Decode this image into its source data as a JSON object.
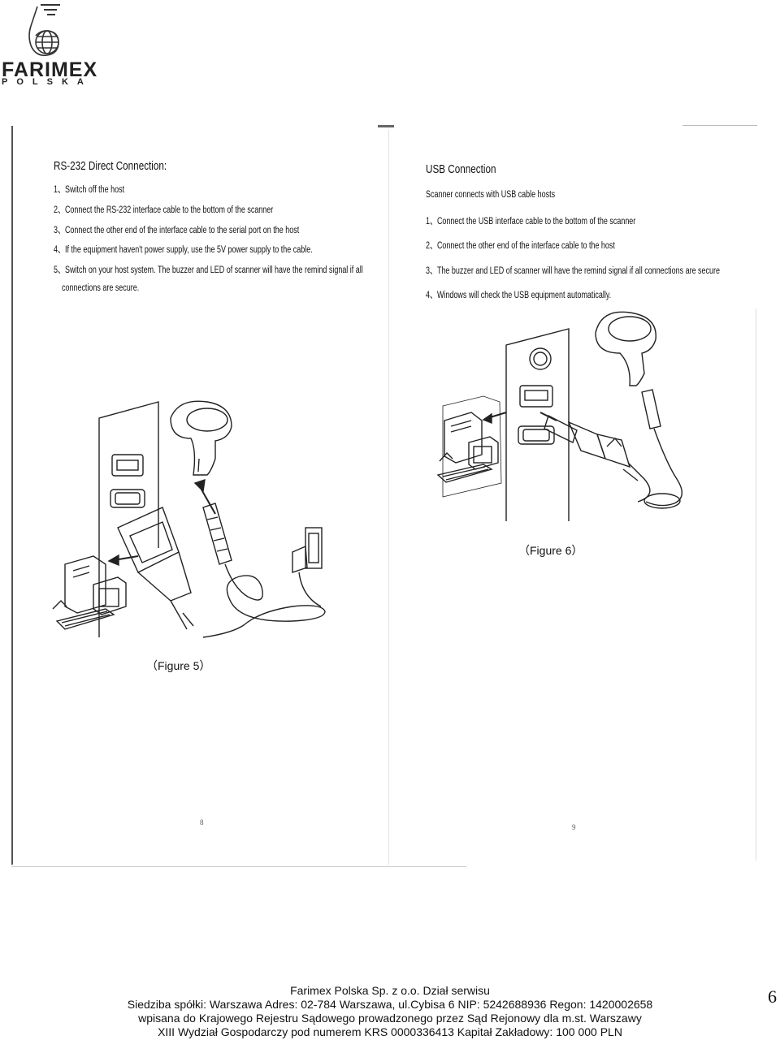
{
  "logo": {
    "name": "FARIMEX",
    "sub": "POLSKA"
  },
  "left_page": {
    "title": "RS-232 Direct Connection:",
    "steps": [
      "1、Switch off the host",
      "2、Connect the RS-232 interface cable to the bottom of the scanner",
      "3、Connect the other end of the interface cable to the serial port on the host",
      "4、If the equipment haven't power supply, use the 5V power supply to the cable.",
      "5、Switch on your host system. The buzzer and LED of scanner will have the remind signal if all",
      "connections are secure."
    ],
    "caption": "（Figure 5）",
    "page_number": "8"
  },
  "right_page": {
    "title": "USB Connection",
    "intro": "Scanner connects with USB cable hosts",
    "steps": [
      "1、Connect the USB interface cable to the bottom of the scanner",
      "2、Connect the other end of the interface cable to the host",
      "3、The buzzer and LED of scanner will have the remind signal if all connections are secure",
      "4、Windows will check the USB equipment automatically."
    ],
    "caption": "（Figure 6）",
    "page_number": "9"
  },
  "footer": {
    "lines": [
      "Farimex Polska Sp. z o.o.  Dział serwisu",
      "Siedziba spółki:  Warszawa Adres: 02-784 Warszawa, ul.Cybisa 6 NIP: 5242688936 Regon: 1420002658",
      "wpisana do Krajowego Rejestru Sądowego prowadzonego przez Sąd Rejonowy dla m.st. Warszawy",
      "XIII Wydział Gospodarczy pod numerem KRS 0000336413 Kapitał Zakładowy: 100 000 PLN"
    ],
    "page_number": "6"
  }
}
